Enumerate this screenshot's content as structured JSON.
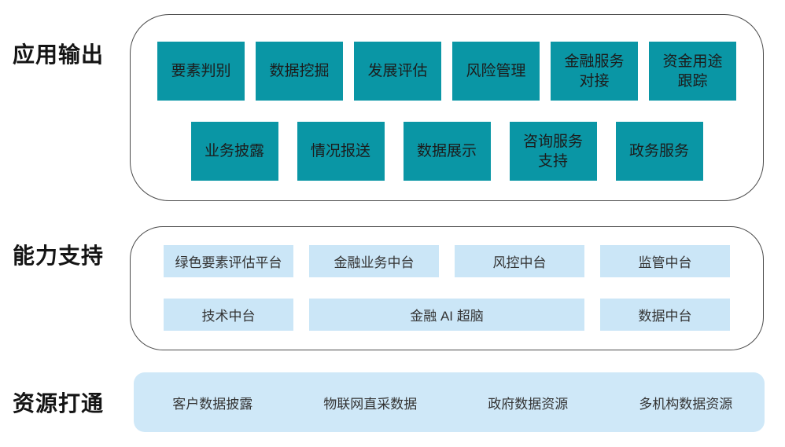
{
  "colors": {
    "teal": "#0a96a5",
    "light_blue": "#cbe6f7",
    "band_blue": "#cfe8f8",
    "outline": "#4a4a4a"
  },
  "sections": {
    "app_output": {
      "label": "应用输出",
      "row1": [
        "要素判别",
        "数据挖掘",
        "发展评估",
        "风险管理",
        "金融服务\n对接",
        "资金用途\n跟踪"
      ],
      "row2": [
        "业务披露",
        "情况报送",
        "数据展示",
        "咨询服务\n支持",
        "政务服务"
      ]
    },
    "capability": {
      "label": "能力支持",
      "row1": [
        "绿色要素评估平台",
        "金融业务中台",
        "风控中台",
        "监管中台"
      ],
      "row2": [
        "技术中台",
        "金融 AI 超脑",
        "数据中台"
      ]
    },
    "resources": {
      "label": "资源打通",
      "items": [
        "客户数据披露",
        "物联网直采数据",
        "政府数据资源",
        "多机构数据资源"
      ]
    }
  }
}
